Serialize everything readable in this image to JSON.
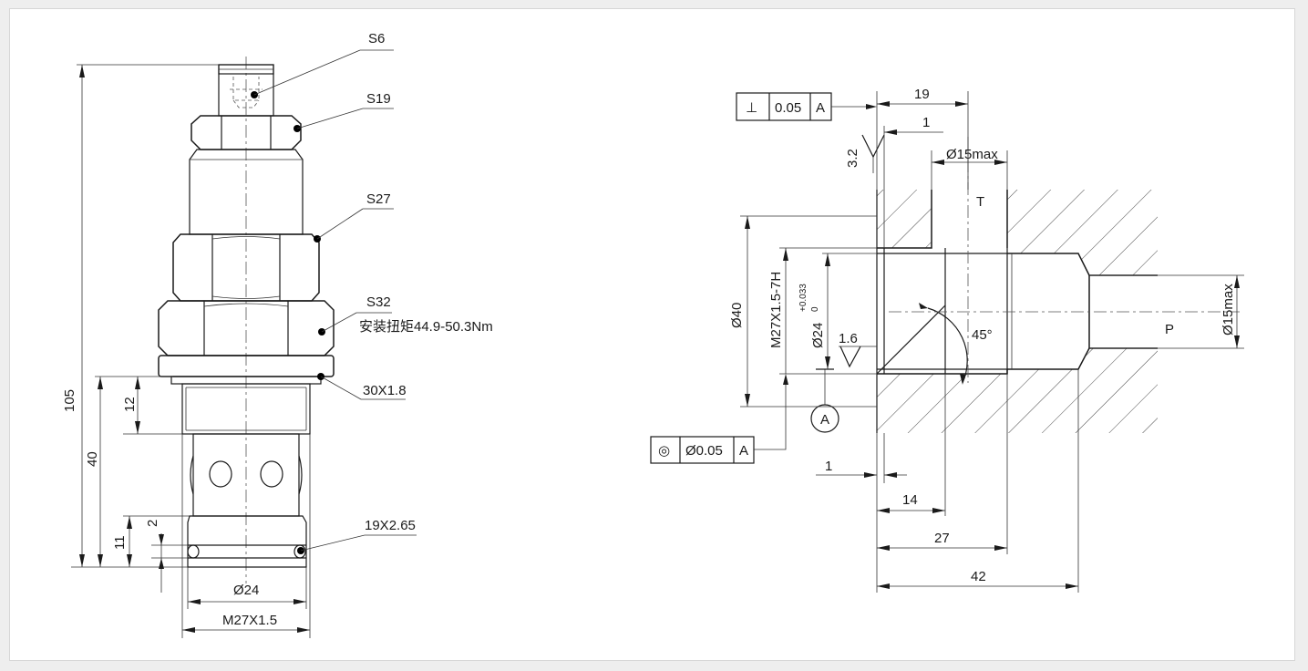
{
  "valve": {
    "callouts": {
      "hex_s6": "S6",
      "hex_s19": "S19",
      "hex_s27": "S27",
      "hex_s32": "S32",
      "torque": "安装扭矩44.9-50.3Nm",
      "oring_upper": "30X1.8",
      "oring_lower": "19X2.65"
    },
    "dimensions": {
      "total_length": "105",
      "length_40": "40",
      "length_12": "12",
      "length_11": "11",
      "length_2": "2",
      "diameter_24": "Ø24",
      "thread": "M27X1.5"
    }
  },
  "cavity": {
    "tolerance_perpendicularity": {
      "symbol": "⊥",
      "value": "0.05",
      "datum": "A"
    },
    "tolerance_concentricity": {
      "symbol": "◎",
      "value": "Ø0.05",
      "datum": "A"
    },
    "datum_label": "A",
    "roughness_top": "3.2",
    "roughness_bore": "1.6",
    "dimensions": {
      "depth_19": "19",
      "depth_1_top": "1",
      "port_t_diameter": "Ø15max",
      "diameter_40": "Ø40",
      "thread": "M27X1.5-7H",
      "bore": "Ø24",
      "bore_tol_upper": "+0.033",
      "bore_tol_lower": "0",
      "angle": "45°",
      "port_p_diameter": "Ø15max",
      "depth_1_bottom": "1",
      "depth_14": "14",
      "depth_27": "27",
      "depth_42": "42"
    },
    "ports": {
      "tank": "T",
      "pressure": "P"
    }
  }
}
